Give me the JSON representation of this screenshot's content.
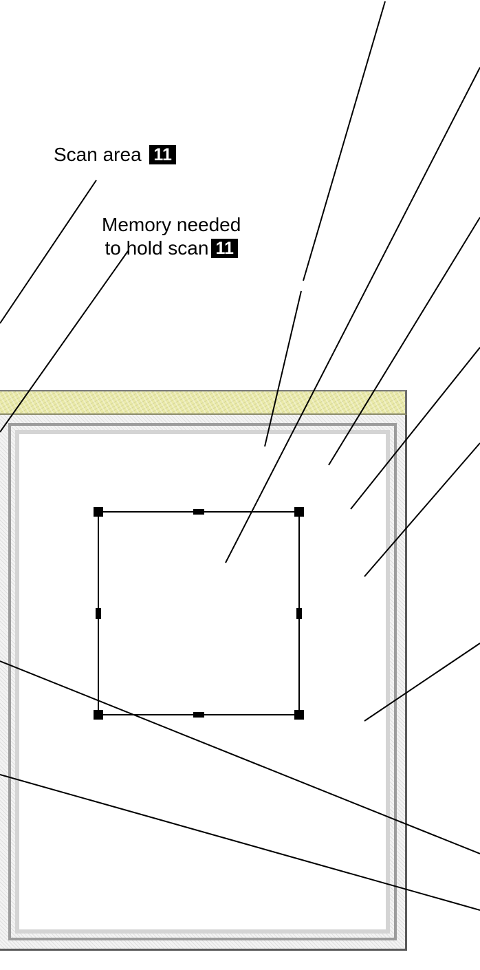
{
  "callouts": {
    "scan_area": {
      "label": "Scan area",
      "badge": "11"
    },
    "memory": {
      "line1": "Memory needed",
      "line2": "to hold scan",
      "badge": "11"
    }
  },
  "colors": {
    "title_bar": "#e9e9a8",
    "frame": "#f3f3f3",
    "canvas": "#ffffff",
    "selection_stroke": "#000000",
    "badge_bg": "#000000",
    "badge_text": "#ffffff"
  }
}
